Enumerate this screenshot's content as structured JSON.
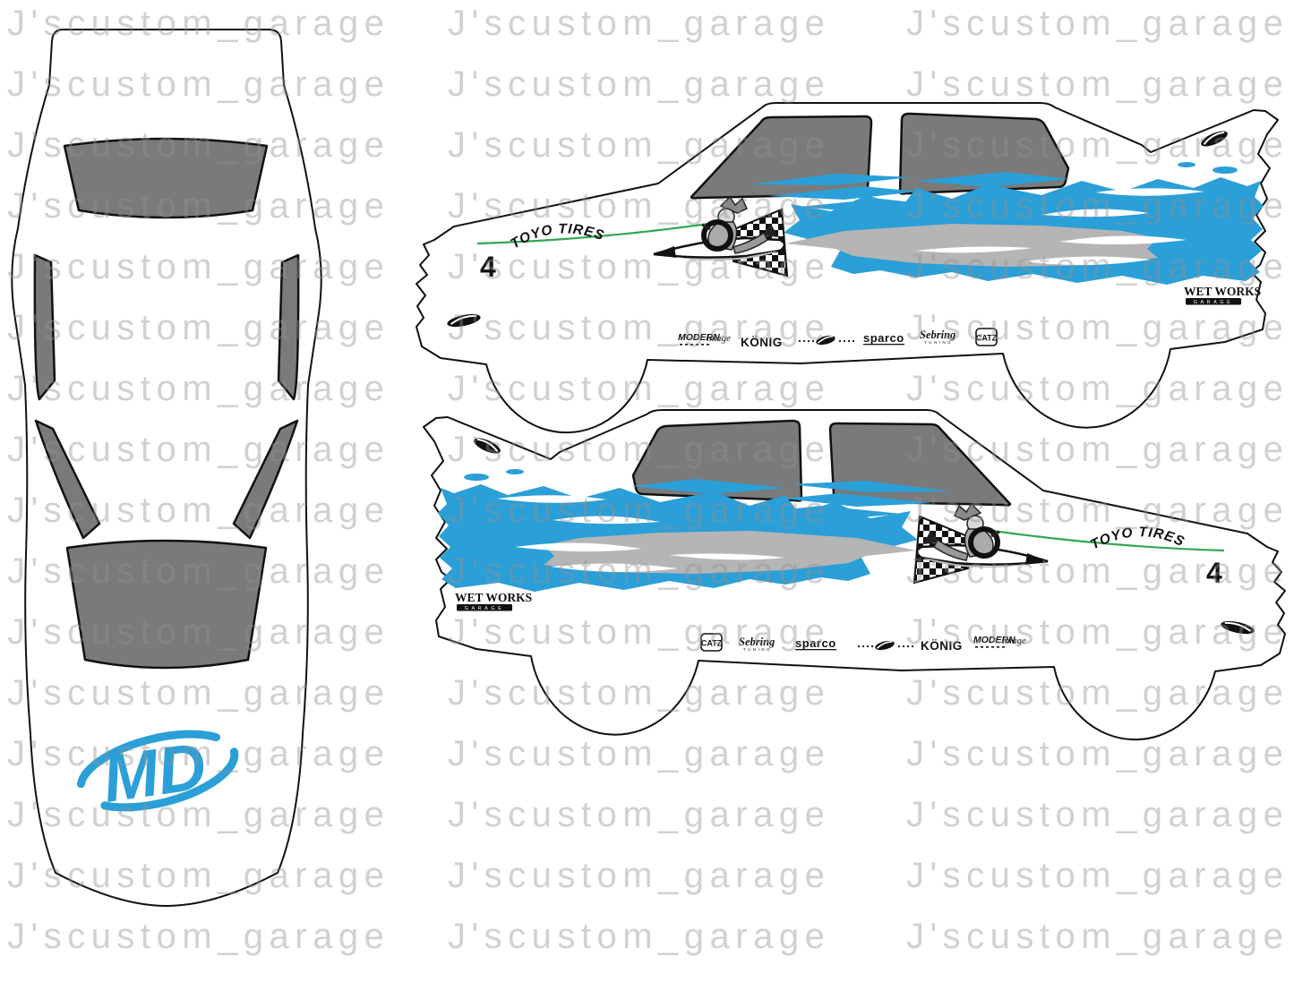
{
  "watermark": {
    "text": "J'scustom_garage"
  },
  "colors": {
    "splash_blue": "#2a9fd8",
    "window_gray": "#7a7a7a",
    "streak_gray": "#b5b5b5",
    "tow_line_green": "#2fa84f",
    "outline_black": "#111111",
    "watermark_gray": "rgba(145,145,145,0.42)"
  },
  "top_view": {
    "hood_logo": "MD"
  },
  "side_view": {
    "tire_brand": "TOYO TIRES",
    "car_number": "4",
    "rear_quarter_logo": {
      "line1": "WET WORKS",
      "line2": "GARAGE"
    },
    "sponsors": {
      "modern": {
        "main": "MODERN",
        "script": "image"
      },
      "konig": "KÖNIG",
      "sparco": "sparco",
      "sebring": {
        "main": "Sebring",
        "sub": "TUNING"
      },
      "catz": "CATZ"
    }
  }
}
